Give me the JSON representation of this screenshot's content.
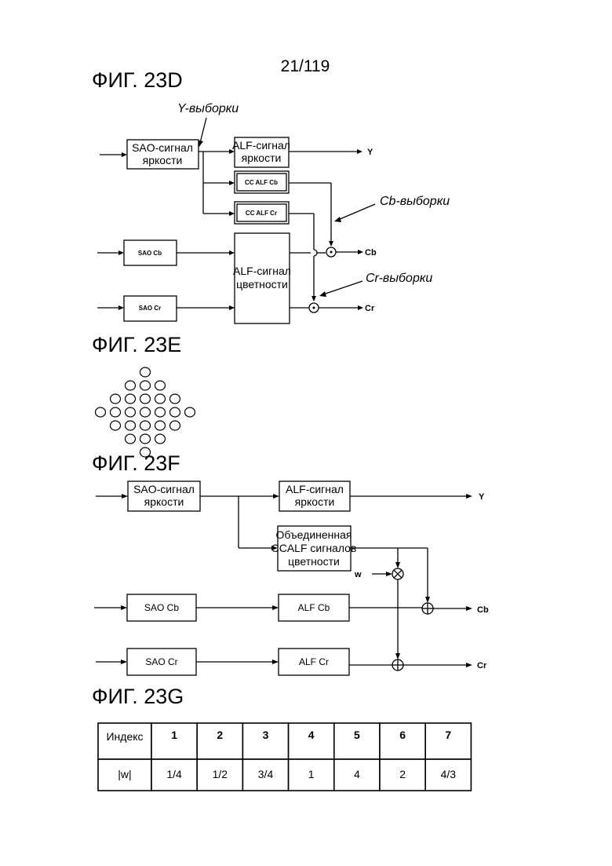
{
  "page_number": "21/119",
  "fig23d": {
    "title": "ФИГ. 23D",
    "y_samples_label": "Y-выборки",
    "cb_samples_label": "Cb-выборки",
    "cr_samples_label": "Cr-выборки",
    "sao_luma": [
      "SAO-сигнал",
      "яркости"
    ],
    "alf_luma": [
      "ALF-сигнал",
      "яркости"
    ],
    "cc_alf_cb": "CC ALF Cb",
    "cc_alf_cr": "CC ALF Cr",
    "sao_cb": "SAO Cb",
    "sao_cr": "SAO Cr",
    "alf_chroma": [
      "ALF-сигнал",
      "цветности"
    ],
    "out_y": "Y",
    "out_cb": "Cb",
    "out_cr": "Cr"
  },
  "fig23e": {
    "title": "ФИГ. 23E",
    "filter_shape_rows": [
      1,
      3,
      5,
      7,
      5,
      3,
      1
    ]
  },
  "fig23f": {
    "title": "ФИГ. 23F",
    "sao_luma": [
      "SAO-сигнал",
      "яркости"
    ],
    "alf_luma": [
      "ALF-сигнал",
      "яркости"
    ],
    "joint_ccalf": [
      "Объединенная",
      "CCALF сигналов",
      "цветности"
    ],
    "weight_label": "w",
    "sao_cb": "SAO Cb",
    "alf_cb": "ALF Cb",
    "sao_cr": "SAO Cr",
    "alf_cr": "ALF Cr",
    "out_y": "Y",
    "out_cb": "Cb",
    "out_cr": "Cr"
  },
  "fig23g": {
    "title": "ФИГ. 23G",
    "table": {
      "header_label": "Индекс",
      "row_label": "|w|",
      "indices": [
        "1",
        "2",
        "3",
        "4",
        "5",
        "6",
        "7"
      ],
      "values": [
        "1/4",
        "1/2",
        "3/4",
        "1",
        "4",
        "2",
        "4/3"
      ]
    }
  }
}
